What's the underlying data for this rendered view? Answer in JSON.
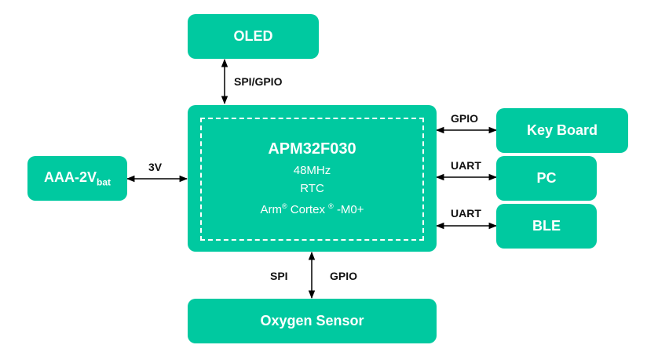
{
  "blocks": {
    "oled": "OLED",
    "keyboard": "Key Board",
    "pc": "PC",
    "ble": "BLE",
    "oxygen": "Oxygen Sensor",
    "battery_main": "AAA-2V",
    "battery_sub": "bat"
  },
  "mcu": {
    "name": "APM32F030",
    "freq": "48MHz",
    "rtc": "RTC",
    "core_arm": "Arm",
    "core_cortex": "Cortex",
    "core_suffix": "-M0+",
    "reg_mark": "®"
  },
  "links": {
    "oled": "SPI/GPIO",
    "keyboard": "GPIO",
    "pc": "UART",
    "ble": "UART",
    "battery": "3V",
    "oxygen_left": "SPI",
    "oxygen_right": "GPIO"
  },
  "colors": {
    "block": "#00c9a0",
    "text_on_block": "#ffffff",
    "arrow": "#000000"
  }
}
